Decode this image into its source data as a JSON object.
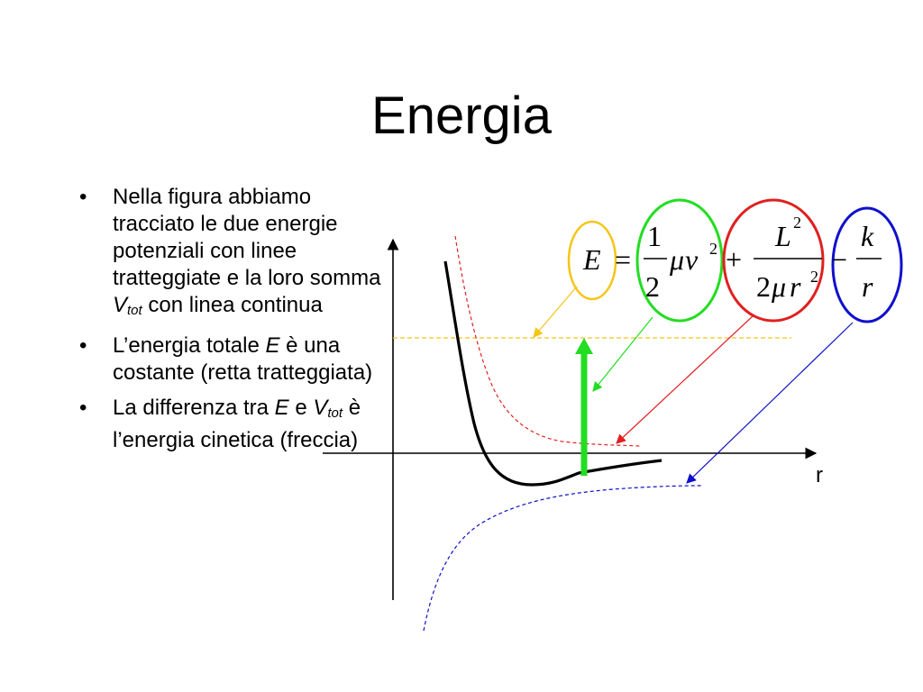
{
  "slide": {
    "title": "Energia"
  },
  "bullets": [
    {
      "parts": [
        {
          "text": "Nella figura abbiamo tracciato le due energie potenziali con linee tratteggiate e la loro somma "
        },
        {
          "text": "V",
          "style": "italic"
        },
        {
          "text": "tot",
          "style": "sub"
        },
        {
          "text": " con linea continua"
        }
      ]
    },
    {
      "parts": [
        {
          "text": "L’energia totale "
        },
        {
          "text": "E",
          "style": "italic"
        },
        {
          "text": " è una costante (retta tratteggiata)"
        }
      ]
    },
    {
      "parts": [
        {
          "text": "La differenza tra "
        },
        {
          "text": "E",
          "style": "italic"
        },
        {
          "text": " e "
        },
        {
          "text": "V",
          "style": "italic"
        },
        {
          "text": "tot",
          "style": "sub"
        },
        {
          "text": " è l’energia cinetica (freccia)"
        }
      ]
    }
  ],
  "diagram": {
    "axis_label_x": "r",
    "equation": {
      "lhs": "E",
      "eq": "=",
      "kinetic_num": "1",
      "kinetic_den": "2",
      "kinetic_mu": "μ",
      "kinetic_var": "v",
      "kinetic_exp": "2",
      "plus": "+",
      "centrifugal_num": "L",
      "centrifugal_num_exp": "2",
      "centrifugal_den_coef": "2",
      "centrifugal_den_mu": "μ",
      "centrifugal_den_var": "r",
      "centrifugal_den_exp": "2",
      "minus": "−",
      "potential_num": "k",
      "potential_den": "r"
    },
    "colors": {
      "energy_highlight": "#f5c518",
      "kinetic_highlight": "#22dd22",
      "centrifugal_highlight": "#e02020",
      "potential_highlight": "#1010cc",
      "kinetic_arrow": "#22dd22",
      "total_curve": "#000000",
      "centrifugal_curve": "#e02020",
      "potential_curve": "#1010cc",
      "energy_line": "#f5c518"
    }
  }
}
